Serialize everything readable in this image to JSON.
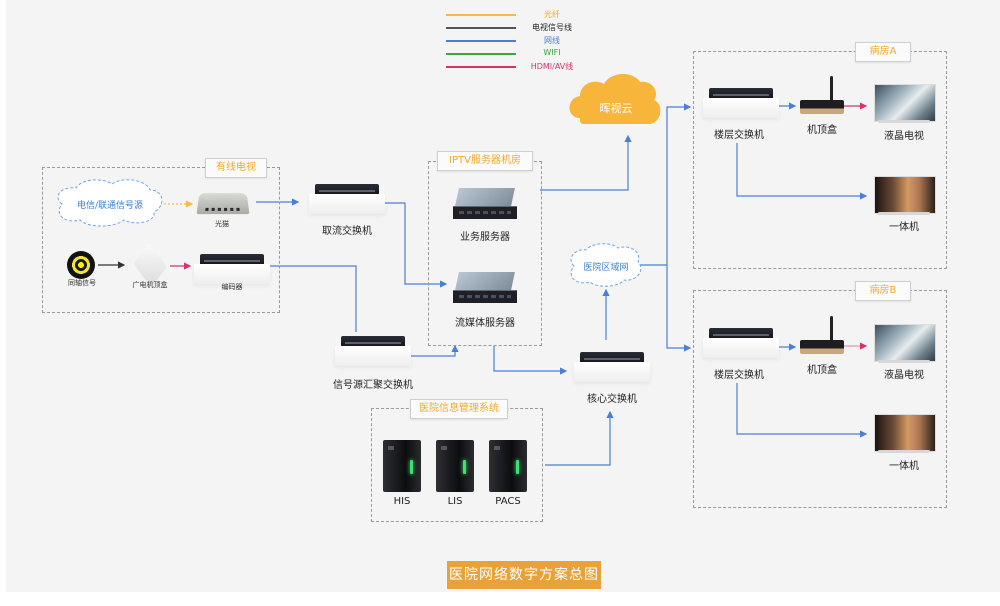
{
  "legend": [
    {
      "label": "光纤",
      "color": "#f7b94a",
      "text_color": "#f0a92a"
    },
    {
      "label": "电视信号线",
      "color": "#555555",
      "text_color": "#222222"
    },
    {
      "label": "网线",
      "color": "#4a7fd8",
      "text_color": "#4a7fd8"
    },
    {
      "label": "WIFI",
      "color": "#3aa541",
      "text_color": "#3aa541"
    },
    {
      "label": "HDMI/AV线",
      "color": "#d6336c",
      "text_color": "#d6336c"
    }
  ],
  "groups": {
    "cable_tv": {
      "title": "有线电视",
      "source_cloud": "电信/联通信号源",
      "optical_modem": "光猫",
      "coax_signal": "同轴信号",
      "cable_stb": "广电机顶盒",
      "encoder": "编码器"
    },
    "iptv_room": {
      "title": "IPTV服务器机房",
      "business_server": "业务服务器",
      "streaming_server": "流媒体服务器"
    },
    "his_system": {
      "title": "医院信息管理系统",
      "servers": [
        "HIS",
        "LIS",
        "PACS"
      ]
    },
    "ward_a": {
      "title": "病房A",
      "floor_switch": "楼层交换机",
      "stb": "机顶盒",
      "lcd_tv": "液晶电视",
      "all_in_one": "一体机"
    },
    "ward_b": {
      "title": "病房B",
      "floor_switch": "楼层交换机",
      "stb": "机顶盒",
      "lcd_tv": "液晶电视",
      "all_in_one": "一体机"
    }
  },
  "nodes": {
    "stream_switch": "取流交换机",
    "aggregation_switch": "信号源汇聚交换机",
    "cloud": "晖视云",
    "lan_cloud": "医院区域网",
    "core_switch": "核心交换机"
  },
  "title": "医院网络数字方案总图",
  "colors": {
    "accent_orange": "#e8a23a",
    "network_blue": "#4a7fd8",
    "hdmi_red": "#d6336c"
  }
}
